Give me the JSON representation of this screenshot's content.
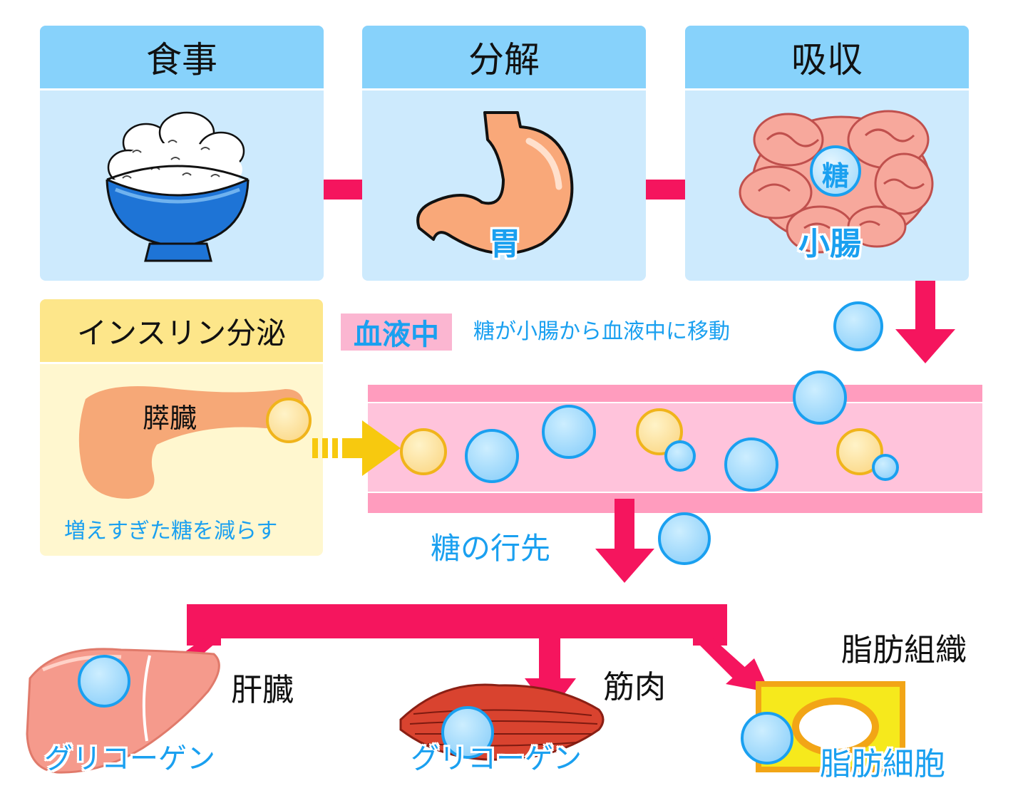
{
  "panels": [
    {
      "title": "食事"
    },
    {
      "title": "分解",
      "organ_label": "胃"
    },
    {
      "title": "吸収",
      "organ_label": "小腸",
      "badge": "糖"
    }
  ],
  "insulin": {
    "title": "インスリン分泌",
    "organ_label": "膵臓",
    "caption": "増えすぎた糖を減らす"
  },
  "blood": {
    "tag": "血液中",
    "move_text": "糖が小腸から血液中に移動"
  },
  "destination": {
    "heading": "糖の行先",
    "liver": {
      "name": "肝臓",
      "store": "グリコーゲン"
    },
    "muscle": {
      "name": "筋肉",
      "store": "グリコーゲン"
    },
    "fat": {
      "name": "脂肪組織",
      "store": "脂肪細胞"
    }
  },
  "colors": {
    "panel_bg": "#cdeafd",
    "panel_head": "#87d2fb",
    "arrow": "#f5155e",
    "glucose": "#a6dcfb",
    "insulin": "#fde39c",
    "vessel": "#ffc3db",
    "label_blue": "#1aa0f0"
  }
}
